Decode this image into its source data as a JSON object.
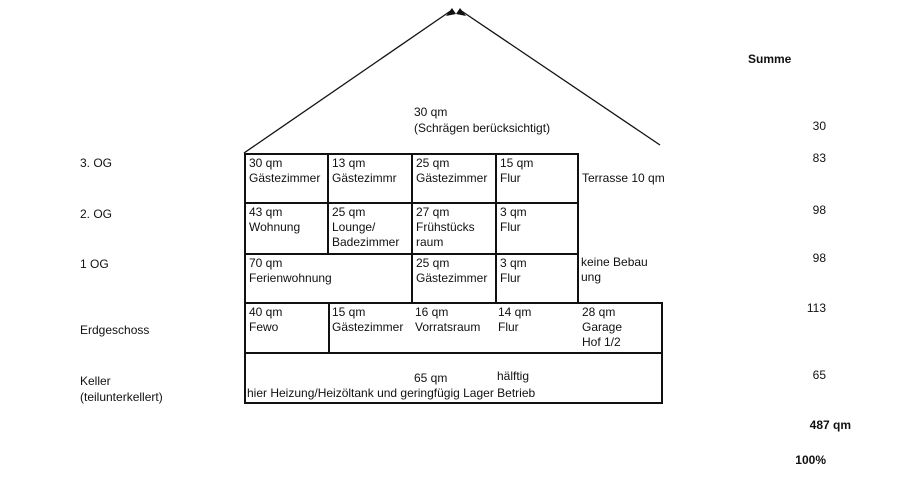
{
  "roof": {
    "area": "30 qm",
    "note": "(Schrägen berücksichtigt)"
  },
  "sum_header": "Summe",
  "floors": [
    {
      "label": "3. OG",
      "sum": "83"
    },
    {
      "label": "2. OG",
      "sum": "98"
    },
    {
      "label": "1 OG",
      "sum": "98"
    },
    {
      "label": "Erdgeschoss",
      "sum": "113"
    },
    {
      "label": "Keller",
      "label2": "(teilunterkellert)",
      "sum": "65"
    }
  ],
  "roof_sum": "30",
  "og3": [
    [
      "30 qm",
      "Gästezimmer"
    ],
    [
      "13 qm",
      "Gästezimmr"
    ],
    [
      "25 qm",
      "Gästezimmer"
    ],
    [
      "15 qm",
      "Flur"
    ]
  ],
  "og3_side": "Terrasse 10 qm",
  "og2": [
    [
      "43 qm",
      "Wohnung"
    ],
    [
      "25 qm",
      "Lounge/",
      "Badezimmer"
    ],
    [
      "27 qm",
      "Frühstücks",
      "raum"
    ],
    [
      "3 qm",
      "Flur"
    ]
  ],
  "og1": [
    [
      "70 qm",
      "Ferienwohnung"
    ],
    [
      "25 qm",
      "Gästezimmer"
    ],
    [
      "3 qm",
      "Flur"
    ]
  ],
  "og1_side": [
    "keine Bebau",
    "ung"
  ],
  "eg": [
    [
      "40 qm",
      "Fewo"
    ],
    [
      "15  qm",
      "Gästezimmer"
    ],
    [
      "16 qm",
      "Vorratsraum"
    ],
    [
      "14 qm",
      "Flur"
    ],
    [
      "28 qm",
      "Garage",
      "Hof 1/2"
    ]
  ],
  "keller": {
    "area": "65 qm",
    "half": "hälftig",
    "note": "hier Heizung/Heizöltank und geringfügig Lager Betrieb"
  },
  "total": "487 qm",
  "percent": "100%"
}
